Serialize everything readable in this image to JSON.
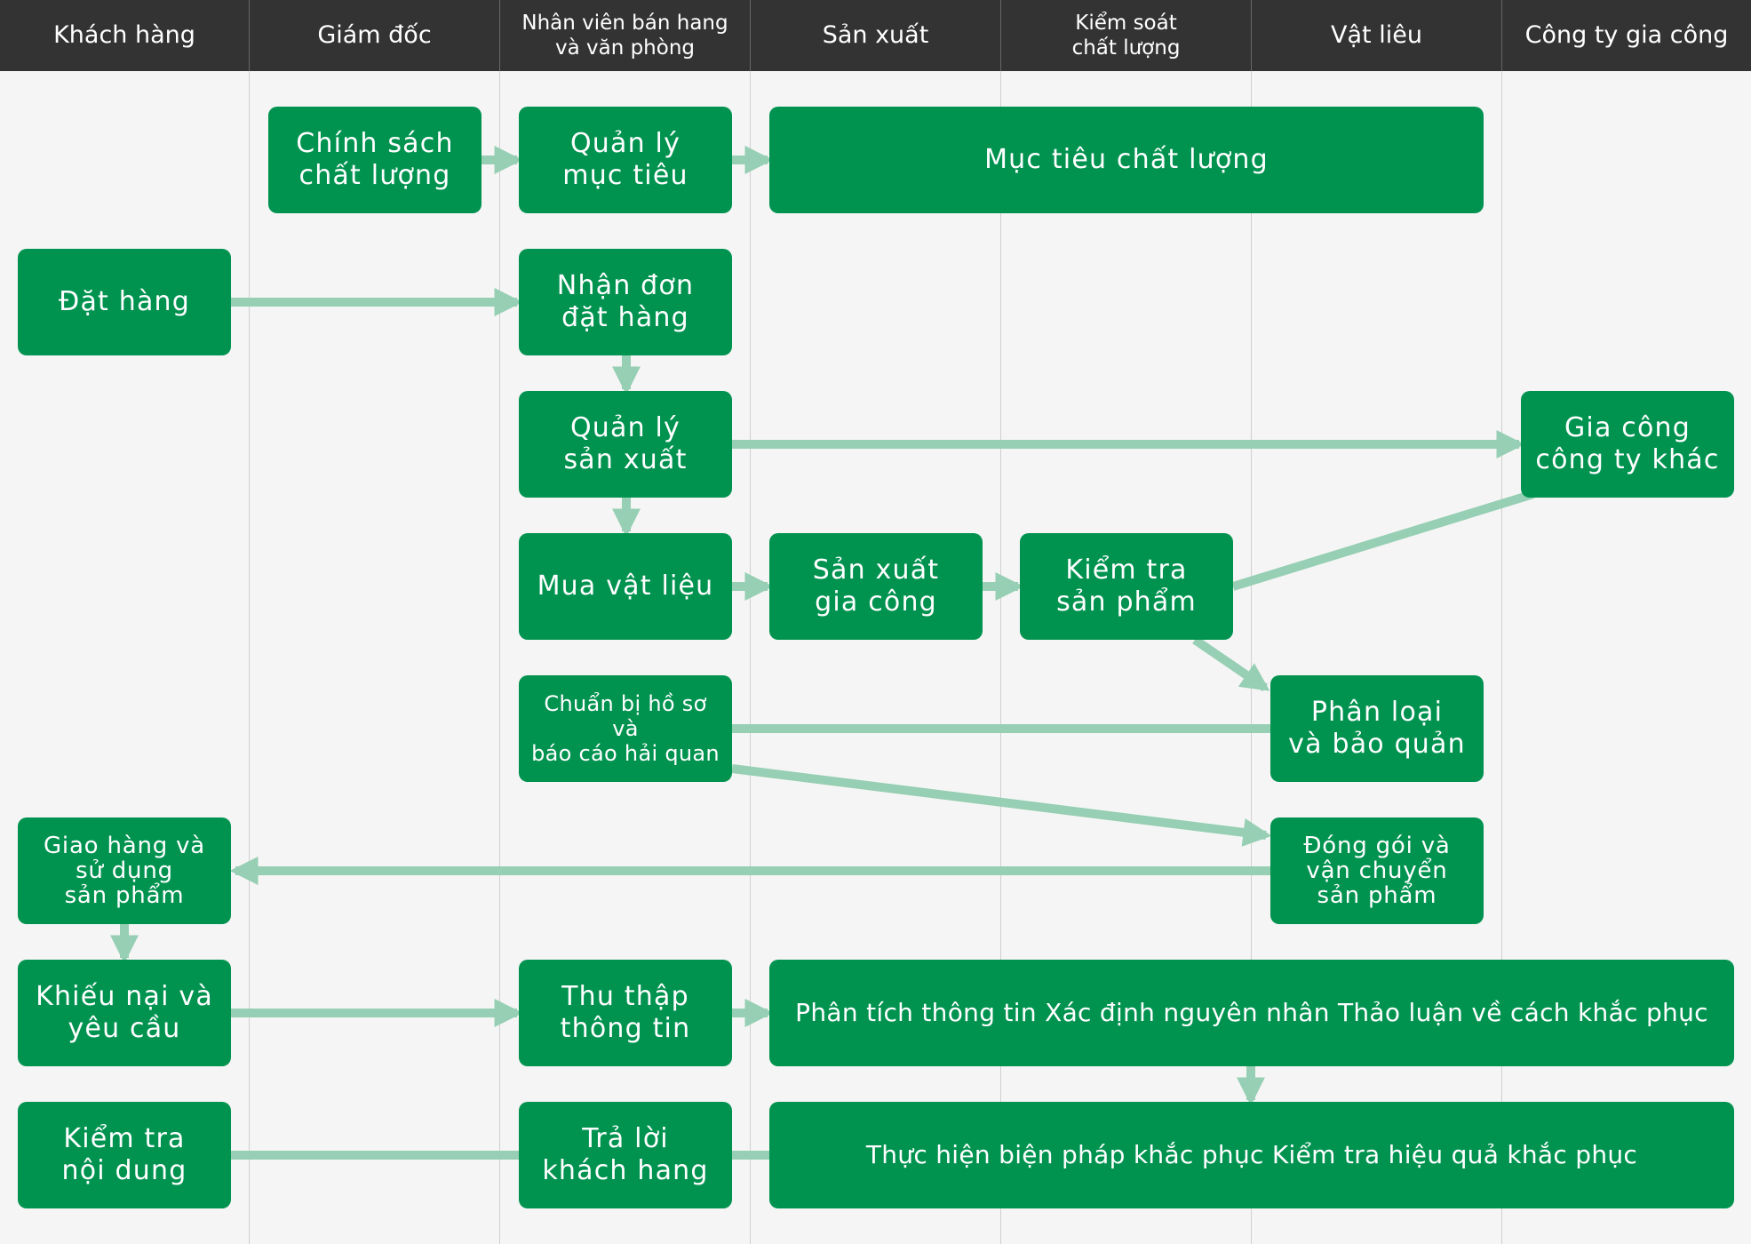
{
  "lanes": [
    "Khách hàng",
    "Giám đốc",
    "Nhân viên bán hang\nvà văn phòng",
    "Sản xuất",
    "Kiểm soát\nchất lượng",
    "Vật liêu",
    "Công ty gia công"
  ],
  "boxes": {
    "quality_policy": "Chính sách\nchất lượng",
    "target_management": "Quản lý\nmục tiêu",
    "quality_target": "Mục tiêu chất lượng",
    "place_order": "Đặt hàng",
    "receive_order": "Nhận đơn\nđặt hàng",
    "production_management": "Quản lý\nsản xuất",
    "outsourcing": "Gia công\ncông ty khác",
    "buy_materials": "Mua vật liệu",
    "production": "Sản xuất\ngia công",
    "inspect_product": "Kiểm tra\nsản phẩm",
    "customs_docs": "Chuẩn bị hồ sơ\nvà\nbáo cáo hải quan",
    "sort_store": "Phân loại\nvà bảo quản",
    "delivery_use": "Giao hàng và\nsử dụng\nsản phẩm",
    "pack_ship": "Đóng gói và\nvận chuyển\nsản phẩm",
    "complaint": "Khiếu nại và\nyêu cầu",
    "collect_info": "Thu thập\nthông tin",
    "analysis": "Phân tích thông tin Xác định nguyên nhân Thảo luận về cách khắc phục",
    "check_content": "Kiểm tra\nnội dung",
    "reply_customer": "Trả lời\nkhách hang",
    "implement_fix": "Thực hiện biện pháp khắc phục Kiểm tra hiệu quả khắc phục"
  },
  "colors": {
    "box": "#009350",
    "arrow": "#96cfb3",
    "header": "#333333"
  }
}
